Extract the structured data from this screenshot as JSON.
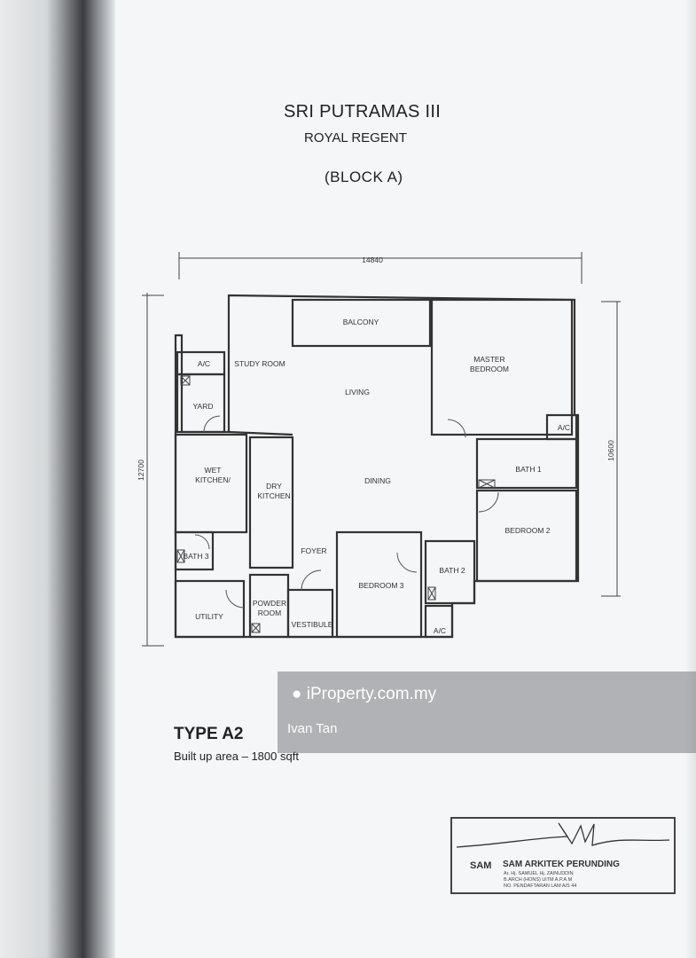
{
  "header": {
    "title": "SRI PUTRAMAS III",
    "subtitle": "ROYAL REGENT",
    "block": "(BLOCK A)"
  },
  "dimensions": {
    "width": "14840",
    "height_left": "12700",
    "height_right": "10600"
  },
  "rooms": {
    "balcony": "BALCONY",
    "study": "STUDY ROOM",
    "living": "LIVING",
    "master": "MASTER",
    "master2": "BEDROOM",
    "ac1": "A/C",
    "yard": "YARD",
    "ac2": "A/C",
    "bath1": "BATH 1",
    "wet1": "WET",
    "wet2": "KITCHEN/",
    "dry1": "DRY",
    "dry2": "KITCHEN",
    "dining": "DINING",
    "bedroom2": "BEDROOM 2",
    "bath3": "BATH 3",
    "foyer": "FOYER",
    "bedroom3": "BEDROOM 3",
    "bath2": "BATH 2",
    "powder1": "POWDER",
    "powder2": "ROOM",
    "utility": "UTILITY",
    "vestibule": "VESTIBULE",
    "ac3": "A/C"
  },
  "unit": {
    "type": "TYPE A2",
    "area": "Built up area – 1800 sqft"
  },
  "watermark": {
    "logo": "iProperty.com.my",
    "user": "Ivan Tan",
    "icon": "location-pin-icon"
  },
  "stamp": {
    "logo": "SAM",
    "firm": "SAM ARKITEK PERUNDING",
    "line1": "Ar. Hj. SAMUEL Hj. ZAINUDDIN",
    "line2": "B.ARCH (HONS) UiTM   A.P.A.M",
    "line3": "NO. PENDAFTARAN LAM A/S 44"
  }
}
